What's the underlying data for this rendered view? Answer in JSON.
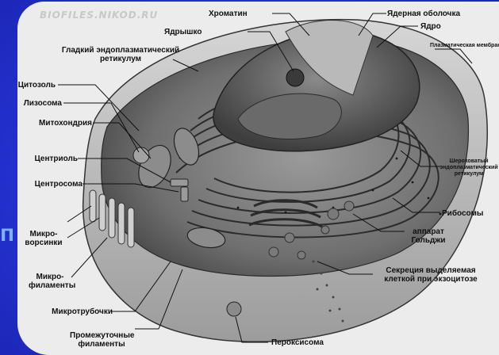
{
  "background_color": "#2a36d8",
  "panel_color": "#ececec",
  "slide_fragment": "п",
  "watermark": "BIOFILES.NIKOD.RU",
  "labels": {
    "chromatin": "Хроматин",
    "nuclear_envelope": "Ядерная оболочка",
    "nucleus": "Ядро",
    "plasma_membrane": "Плазматическая мембрана",
    "nucleolus": "Ядрышко",
    "smooth_er": "Гладкий эндоплазматический ретикулум",
    "cytosol": "Цитозоль",
    "lysosome": "Лизосома",
    "mitochondrion": "Митохондрия",
    "centriole": "Центриоль",
    "centrosome": "Центросома",
    "microvilli": "Микро-ворсинки",
    "microfilaments": "Микро-филаменты",
    "microtubules": "Микротрубочки",
    "intermediate_filaments": "Промежуточные филаменты",
    "rough_er": "Шероховатый эндоплазматический ретикулум",
    "ribosomes": "Рибосомы",
    "golgi": "аппарат Гольджи",
    "secretion": "Секреция выделяемая клеткой при экзоцитозе",
    "peroxisome": "Пероксисома"
  }
}
